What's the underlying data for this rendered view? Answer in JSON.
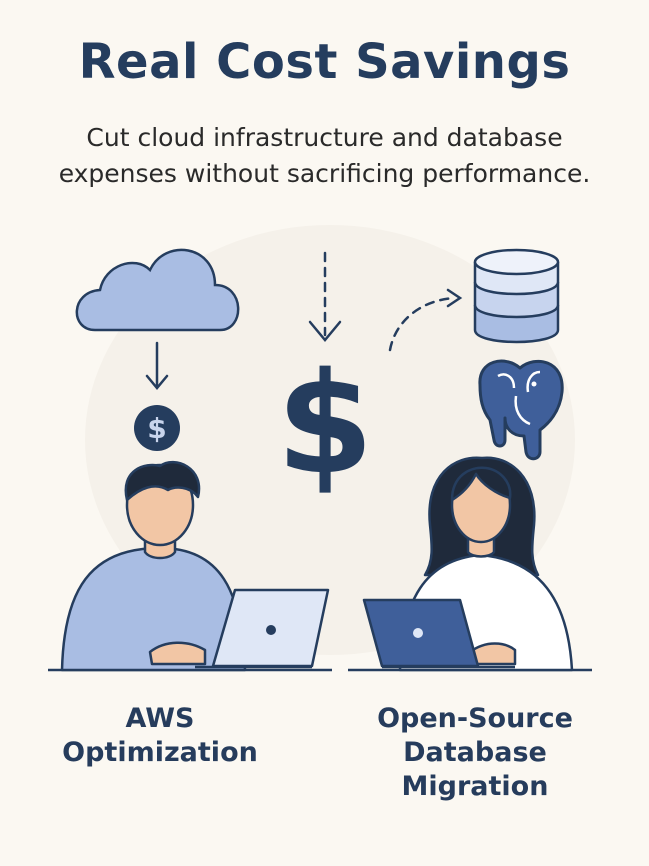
{
  "header": {
    "title": "Real Cost Savings",
    "subtitle_line1": "Cut cloud infrastructure and database",
    "subtitle_line2": "expenses without sacrificing performance."
  },
  "illustration": {
    "small_coin_symbol": "$",
    "big_dollar_symbol": "$"
  },
  "captions": {
    "left": [
      "AWS",
      "Optimization"
    ],
    "right": [
      "Open-Source",
      "Database",
      "Migration"
    ]
  },
  "colors": {
    "navy": "#253d5e",
    "cloud_blue": "#a9bde3",
    "laptop_dark": "#3f5f9a",
    "laptop_light": "#dfe7f6",
    "skin": "#f2c6a5",
    "hair": "#1f2a3b",
    "background": "#fbf8f2"
  }
}
